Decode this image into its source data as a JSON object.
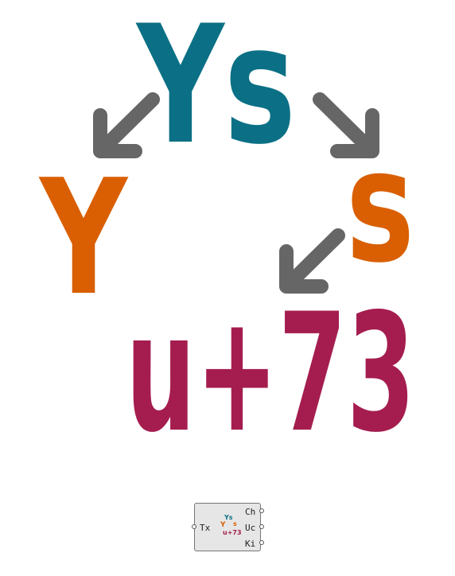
{
  "diagram": {
    "source": {
      "text": "Ys",
      "color": "#0b7085"
    },
    "left_result": {
      "text": "Y",
      "color": "#d95f02"
    },
    "right_result": {
      "text": "s",
      "color": "#d95f02"
    },
    "final_result": {
      "text": "u+73",
      "color": "#a51d4f"
    },
    "arrow_color": "#666666"
  },
  "component": {
    "input": "Tx",
    "outputs": [
      "Ch",
      "Uc",
      "Ki"
    ],
    "icon": {
      "source": "Ys",
      "left": "Y",
      "right": "s",
      "final": "u+73"
    }
  }
}
